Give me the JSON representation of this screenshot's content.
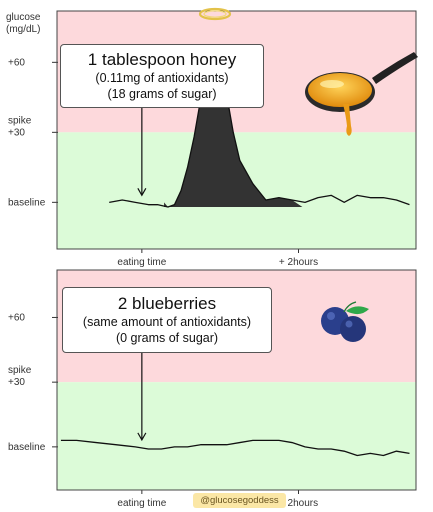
{
  "chart_data": [
    {
      "type": "area",
      "title": "1 tablespoon honey",
      "subtitle_lines": [
        "(0.11mg of antioxidants)",
        "(18 grams of sugar)"
      ],
      "ylabel": "glucose\n(mg/dL)",
      "y_ticks": [
        {
          "value": 0,
          "label": "baseline"
        },
        {
          "value": 30,
          "label": "spike\n+30"
        },
        {
          "value": 60,
          "label": "+60"
        }
      ],
      "x_ticks": [
        {
          "value": 0,
          "label": "eating time"
        },
        {
          "value": 120,
          "label": "+ 2hours"
        }
      ],
      "xlim": [
        -65,
        210
      ],
      "ylim": [
        -20,
        82
      ],
      "zones": [
        {
          "name": "spike",
          "from": 30,
          "to": 82,
          "color": "#fdd9dc"
        },
        {
          "name": "normal",
          "from": -20,
          "to": 30,
          "color": "#dcfbd8"
        }
      ],
      "series": [
        {
          "x": [
            -25,
            -15,
            -5,
            5,
            12,
            20,
            25,
            30,
            35,
            40,
            45,
            48,
            51,
            53,
            55,
            58,
            62,
            65,
            70,
            75,
            85,
            95,
            105,
            115,
            125,
            135,
            145,
            155,
            165,
            175,
            185,
            195,
            205
          ],
          "y": [
            0,
            1,
            0,
            -1,
            -1,
            -2,
            -1,
            5,
            15,
            28,
            44,
            56,
            61,
            62,
            62,
            61,
            56,
            46,
            30,
            18,
            8,
            1,
            2,
            1,
            0,
            2,
            3,
            0,
            3,
            2,
            2,
            1,
            -1
          ],
          "fill_from": 17,
          "fill_to": 123,
          "fill_color": "#333333"
        }
      ]
    },
    {
      "type": "line",
      "title": "2 blueberries",
      "subtitle_lines": [
        "(same amount of antioxidants)",
        "(0 grams of sugar)"
      ],
      "y_ticks": [
        {
          "value": 0,
          "label": "baseline"
        },
        {
          "value": 30,
          "label": "spike\n+30"
        },
        {
          "value": 60,
          "label": "+60"
        }
      ],
      "x_ticks": [
        {
          "value": 0,
          "label": "eating time"
        },
        {
          "value": 120,
          "label": "+ 2hours"
        }
      ],
      "xlim": [
        -65,
        210
      ],
      "ylim": [
        -20,
        82
      ],
      "zones": [
        {
          "name": "spike",
          "from": 30,
          "to": 82,
          "color": "#fdd9dc"
        },
        {
          "name": "normal",
          "from": -20,
          "to": 30,
          "color": "#dcfbd8"
        }
      ],
      "series": [
        {
          "x": [
            -62,
            -50,
            -35,
            -20,
            -5,
            5,
            15,
            25,
            35,
            45,
            55,
            65,
            75,
            85,
            95,
            105,
            115,
            125,
            135,
            145,
            155,
            165,
            175,
            185,
            195,
            205
          ],
          "y": [
            3,
            3,
            2,
            1,
            0,
            -1,
            -1,
            0,
            0,
            1,
            1,
            1,
            2,
            3,
            3,
            3,
            2,
            0,
            -1,
            -1,
            -2,
            -4,
            -3,
            -4,
            -2,
            -3
          ]
        }
      ]
    }
  ],
  "watermark": "@glucosegoddess",
  "colors": {
    "spike_zone": "#fdd9dc",
    "normal_zone": "#dcfbd8",
    "honey": "#f2a51a",
    "blueberry": "#2a3f8c",
    "leaf": "#2fa84a"
  },
  "icons": [
    "halo-icon",
    "honey-spoon-icon",
    "blueberries-icon"
  ]
}
